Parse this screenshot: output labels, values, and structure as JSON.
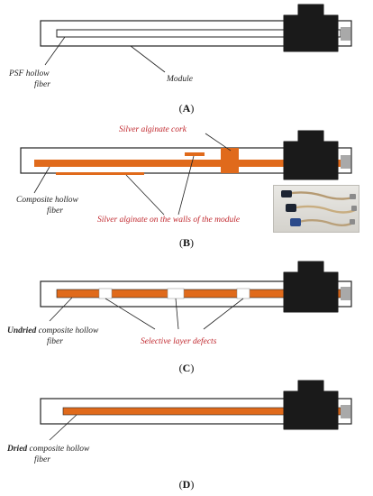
{
  "panels": {
    "A": {
      "letter": "A",
      "labels": {
        "fiber_line1": "PSF hollow",
        "fiber_line2": "fiber",
        "module": "Module"
      }
    },
    "B": {
      "letter": "B",
      "labels": {
        "cork": "Silver alginate cork",
        "fiber_line1": "Composite hollow",
        "fiber_line2": "fiber",
        "walls": "Silver alginate on the walls of the module"
      },
      "photo": "photograph of three assembled hollow-fiber modules"
    },
    "C": {
      "letter": "C",
      "labels": {
        "fiber_line1_bold": "Undried",
        "fiber_line1_rest": " composite hollow",
        "fiber_line2": "fiber",
        "defects": "Selective layer defects"
      }
    },
    "D": {
      "letter": "D",
      "labels": {
        "fiber_line1_bold": "Dried",
        "fiber_line1_rest": " composite hollow",
        "fiber_line2": "fiber"
      }
    }
  },
  "colors": {
    "alginate": "#e06a1b",
    "label_red": "#c0272d",
    "connector": "#1a1a1a",
    "end_cap": "#a9a9a9",
    "outline": "#222222"
  }
}
